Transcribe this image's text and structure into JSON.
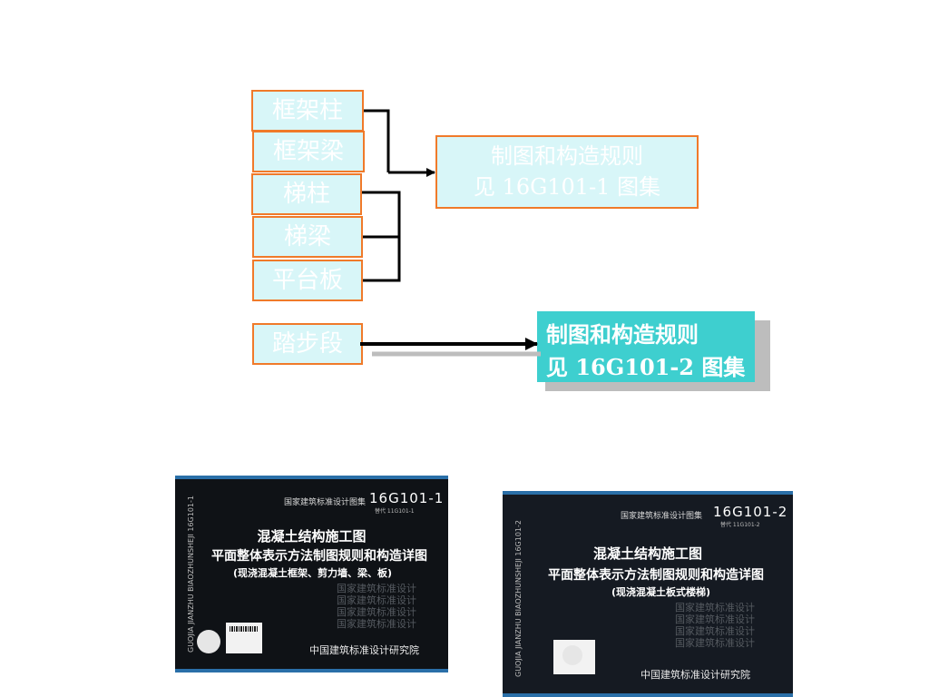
{
  "sources": [
    {
      "id": "kjz",
      "label": "框架柱"
    },
    {
      "id": "kjl",
      "label": "框架梁"
    },
    {
      "id": "tz",
      "label": "梯柱"
    },
    {
      "id": "tl",
      "label": "梯梁"
    },
    {
      "id": "ptb",
      "label": "平台板"
    },
    {
      "id": "tbd",
      "label": "踏步段"
    }
  ],
  "dest1": {
    "line1": "制图和构造规则",
    "line2": "见 16G101-1 图集"
  },
  "dest2": {
    "line1": "制图和构造规则",
    "line2": "见 16G101-2 图集"
  },
  "cover1": {
    "series": "国家建筑标准设计图集",
    "code": "16G101-1",
    "replaces": "替代 11G101-1",
    "vertical": "GUOJIA JIANZHU BIAOZHUNSHEJI 16G101-1",
    "title1": "混凝土结构施工图",
    "title2": "平面整体表示方法制图规则和构造详图",
    "title3": "(现浇混凝土框架、剪力墙、梁、板)",
    "watermark": "国家建筑标准设计",
    "publisher": "中国建筑标准设计研究院",
    "colors": {
      "bg": "#0f1216",
      "stripe": "#2a6fa8"
    }
  },
  "cover2": {
    "series": "国家建筑标准设计图集",
    "code": "16G101-2",
    "replaces": "替代 11G101-2",
    "vertical": "GUOJIA JIANZHU BIAOZHUNSHEJI 16G101-2",
    "title1": "混凝土结构施工图",
    "title2": "平面整体表示方法制图规则和构造详图",
    "title3": "(现浇混凝土板式楼梯)",
    "watermark": "国家建筑标准设计",
    "publisher": "中国建筑标准设计研究院",
    "colors": {
      "bg": "#151a22",
      "stripe": "#2a6fa8"
    }
  },
  "colors": {
    "border": "#f07a2a",
    "box_fill": "#d8f6f8",
    "dest2_fill": "#3ecfcf",
    "arrow": "#000000"
  }
}
